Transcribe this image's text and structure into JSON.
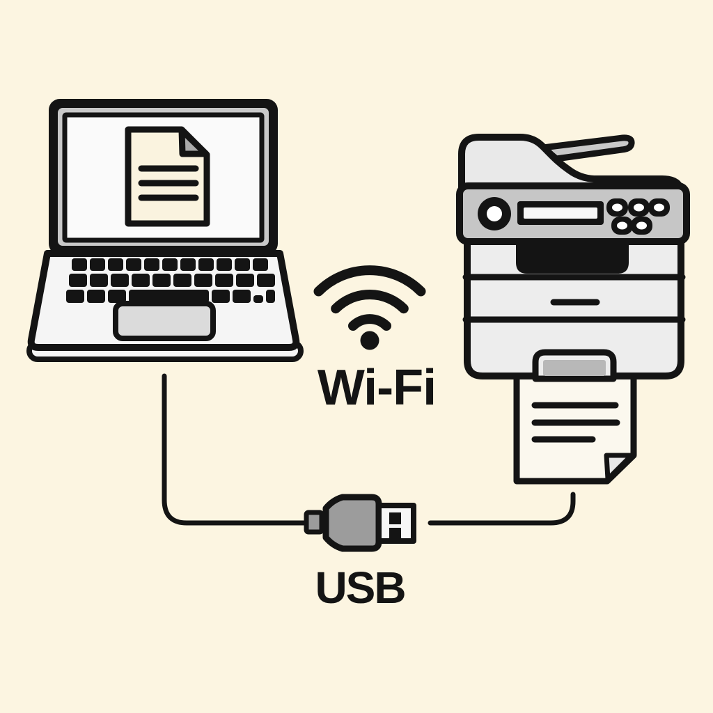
{
  "labels": {
    "wifi": "Wi-Fi",
    "usb": "USB"
  },
  "connections": [
    {
      "id": "wifi",
      "label": "Wi-Fi",
      "type": "wireless"
    },
    {
      "id": "usb",
      "label": "USB",
      "type": "cable"
    }
  ],
  "icons": [
    "laptop-icon",
    "document-icon",
    "wifi-icon",
    "printer-icon",
    "printed-page-icon",
    "usb-plug-icon"
  ],
  "colors": {
    "canvas-bg": "#FCF5E1",
    "ink": "#141414",
    "laptop-bezel": "#C9C9C9",
    "screen-fill": "#FAFAFA",
    "doc-fill": "#FAF3DF",
    "fold-gray": "#ABABAB",
    "base-fill": "#F5F5F5",
    "trackpad-fill": "#DBDBDB",
    "printer-lid": "#E9E9E9",
    "printer-panel": "#C6C6C6",
    "printer-body": "#EDEDED",
    "tab-handle": "#B8B8B8",
    "display-fill": "#F7F7F7",
    "button-dot": "#FFFFFF",
    "usb-gray": "#9C9C9C",
    "metal-fill": "#F7F7F7",
    "paper-fill": "#FBF8EE",
    "paper-fold": "#E8E8E8"
  }
}
